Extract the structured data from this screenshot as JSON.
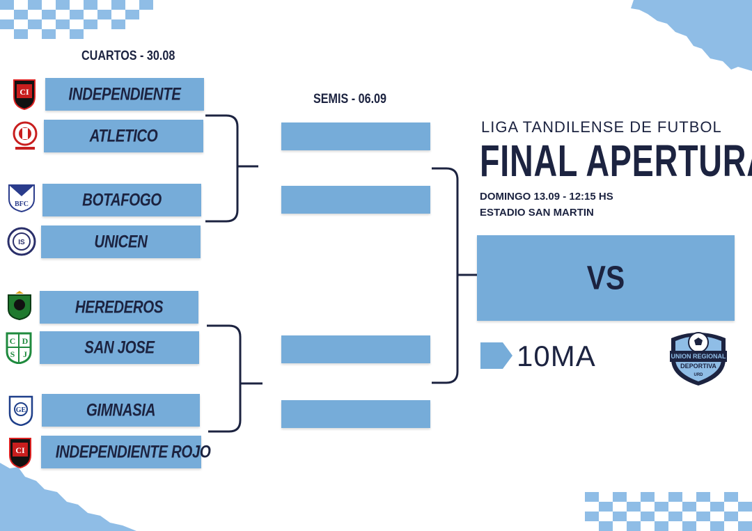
{
  "rounds": {
    "quarters_title": "CUARTOS - 30.08",
    "semis_title": "SEMIS - 06.09"
  },
  "teams": [
    {
      "name": "INDEPENDIENTE",
      "logo_icon": "independiente-crest-icon"
    },
    {
      "name": "ATLETICO",
      "logo_icon": "atletico-crest-icon"
    },
    {
      "name": "BOTAFOGO",
      "logo_icon": "botafogo-crest-icon"
    },
    {
      "name": "UNICEN",
      "logo_icon": "unicen-crest-icon"
    },
    {
      "name": "HEREDEROS",
      "logo_icon": "herederos-crest-icon"
    },
    {
      "name": "SAN JOSE",
      "logo_icon": "san-jose-crest-icon"
    },
    {
      "name": "GIMNASIA",
      "logo_icon": "gimnasia-crest-icon"
    },
    {
      "name": "INDEPENDIENTE  ROJO",
      "logo_icon": "independiente-rojo-crest-icon"
    }
  ],
  "final": {
    "league": "LIGA TANDILENSE DE FUTBOL",
    "title": "FINAL APERTURA",
    "date_line": "DOMINGO 13.09 - 12:15 HS",
    "venue_line": "ESTADIO SAN MARTIN",
    "vs_label": "VS",
    "edition": "10MA"
  },
  "brand": {
    "org_line1": "UNION REGIONAL",
    "org_line2": "DEPORTIVA",
    "org_small": "URD",
    "logo_icon": "soccer-ball-shield-icon"
  },
  "colors": {
    "box": "#76acd9",
    "navy": "#1c2340",
    "accent_light": "#8fbde6"
  }
}
